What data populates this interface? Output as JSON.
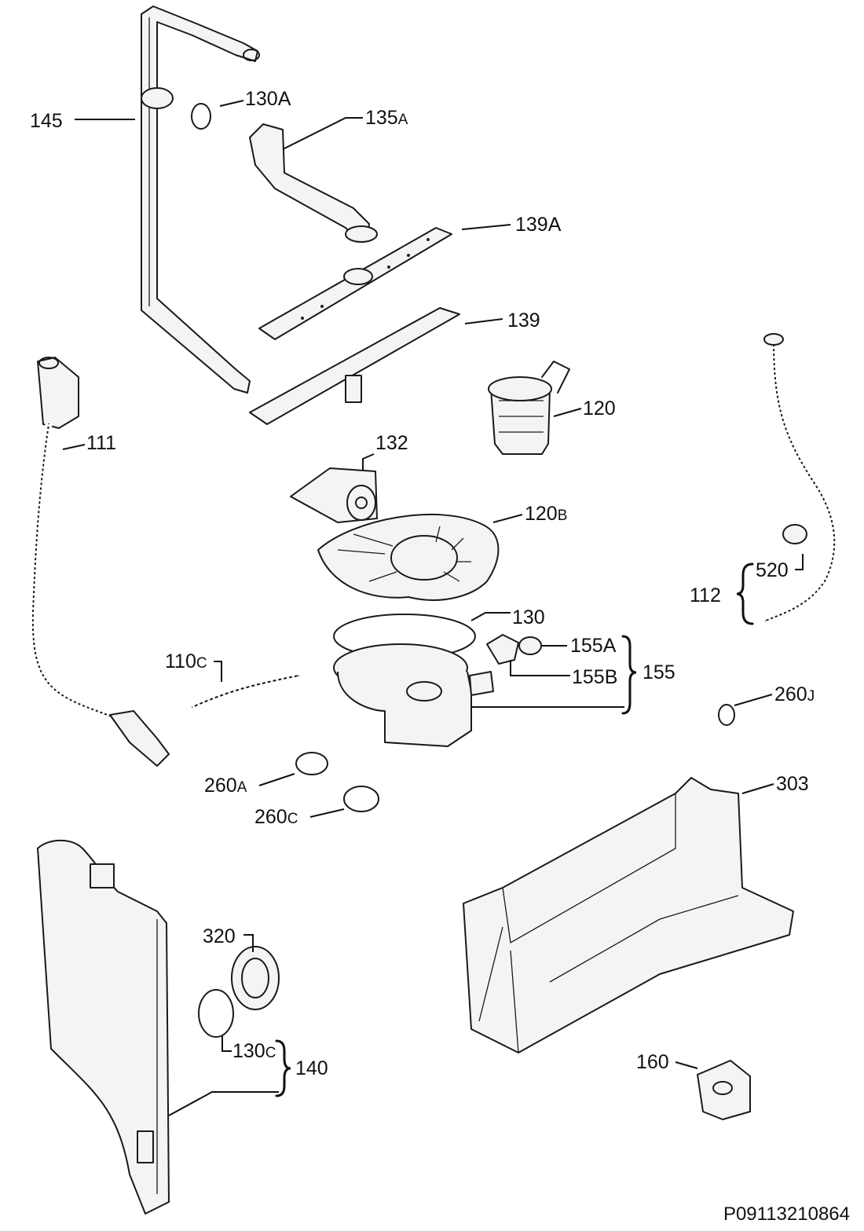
{
  "labels": {
    "l145": "145",
    "l130A": "130A",
    "l135A_main": "135",
    "l135A_sub": "A",
    "l139A": "139A",
    "l139": "139",
    "l111": "111",
    "l120": "120",
    "l132": "132",
    "l120B_main": "120",
    "l120B_sub": "B",
    "l520": "520",
    "l112": "112",
    "l130": "130",
    "l155A": "155A",
    "l155B": "155B",
    "l155": "155",
    "l110C_main": "110",
    "l110C_sub": "C",
    "l260J_main": "260",
    "l260J_sub": "J",
    "l260A_main": "260",
    "l260A_sub": "A",
    "l260C_main": "260",
    "l260C_sub": "C",
    "l303": "303",
    "l320": "320",
    "l130C_main": "130",
    "l130C_sub": "C",
    "l140": "140",
    "l160": "160"
  },
  "drawing_code": "P09113210864"
}
